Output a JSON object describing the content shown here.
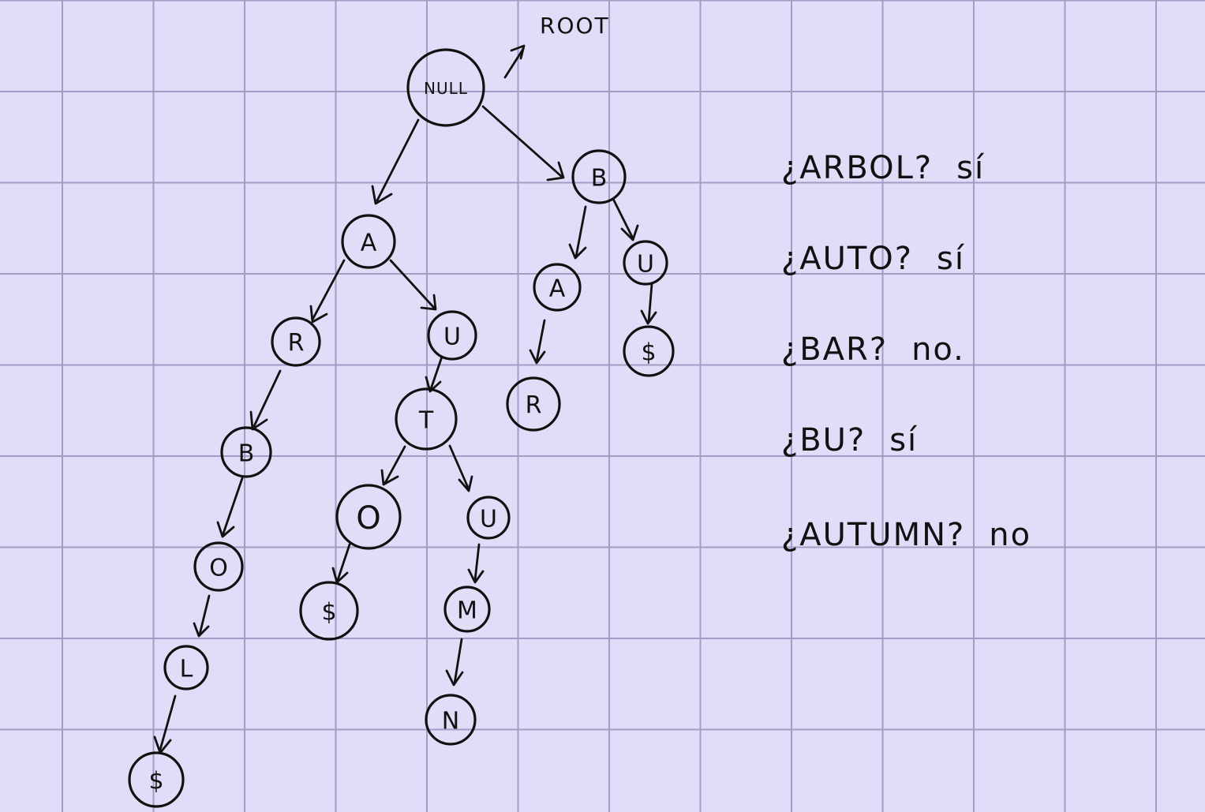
{
  "root_label": "ROOT",
  "nodes": {
    "null": "NULL",
    "a": "A",
    "b": "B",
    "ar": "R",
    "au": "U",
    "arb": "B",
    "arbo": "O",
    "arbol": "L",
    "arbol_end": "$",
    "aut": "T",
    "auto": "O",
    "auto_end": "$",
    "autu": "U",
    "autum": "M",
    "autumn": "N",
    "ba": "A",
    "bar": "R",
    "bu": "U",
    "bu_end": "$"
  },
  "queries": [
    {
      "question": "¿ARBOL?",
      "answer": "sí"
    },
    {
      "question": "¿AUTO?",
      "answer": "sí"
    },
    {
      "question": "¿BAR?",
      "answer": "no."
    },
    {
      "question": "¿BU?",
      "answer": "sí"
    },
    {
      "question": "¿AUTUMN?",
      "answer": "no"
    }
  ]
}
